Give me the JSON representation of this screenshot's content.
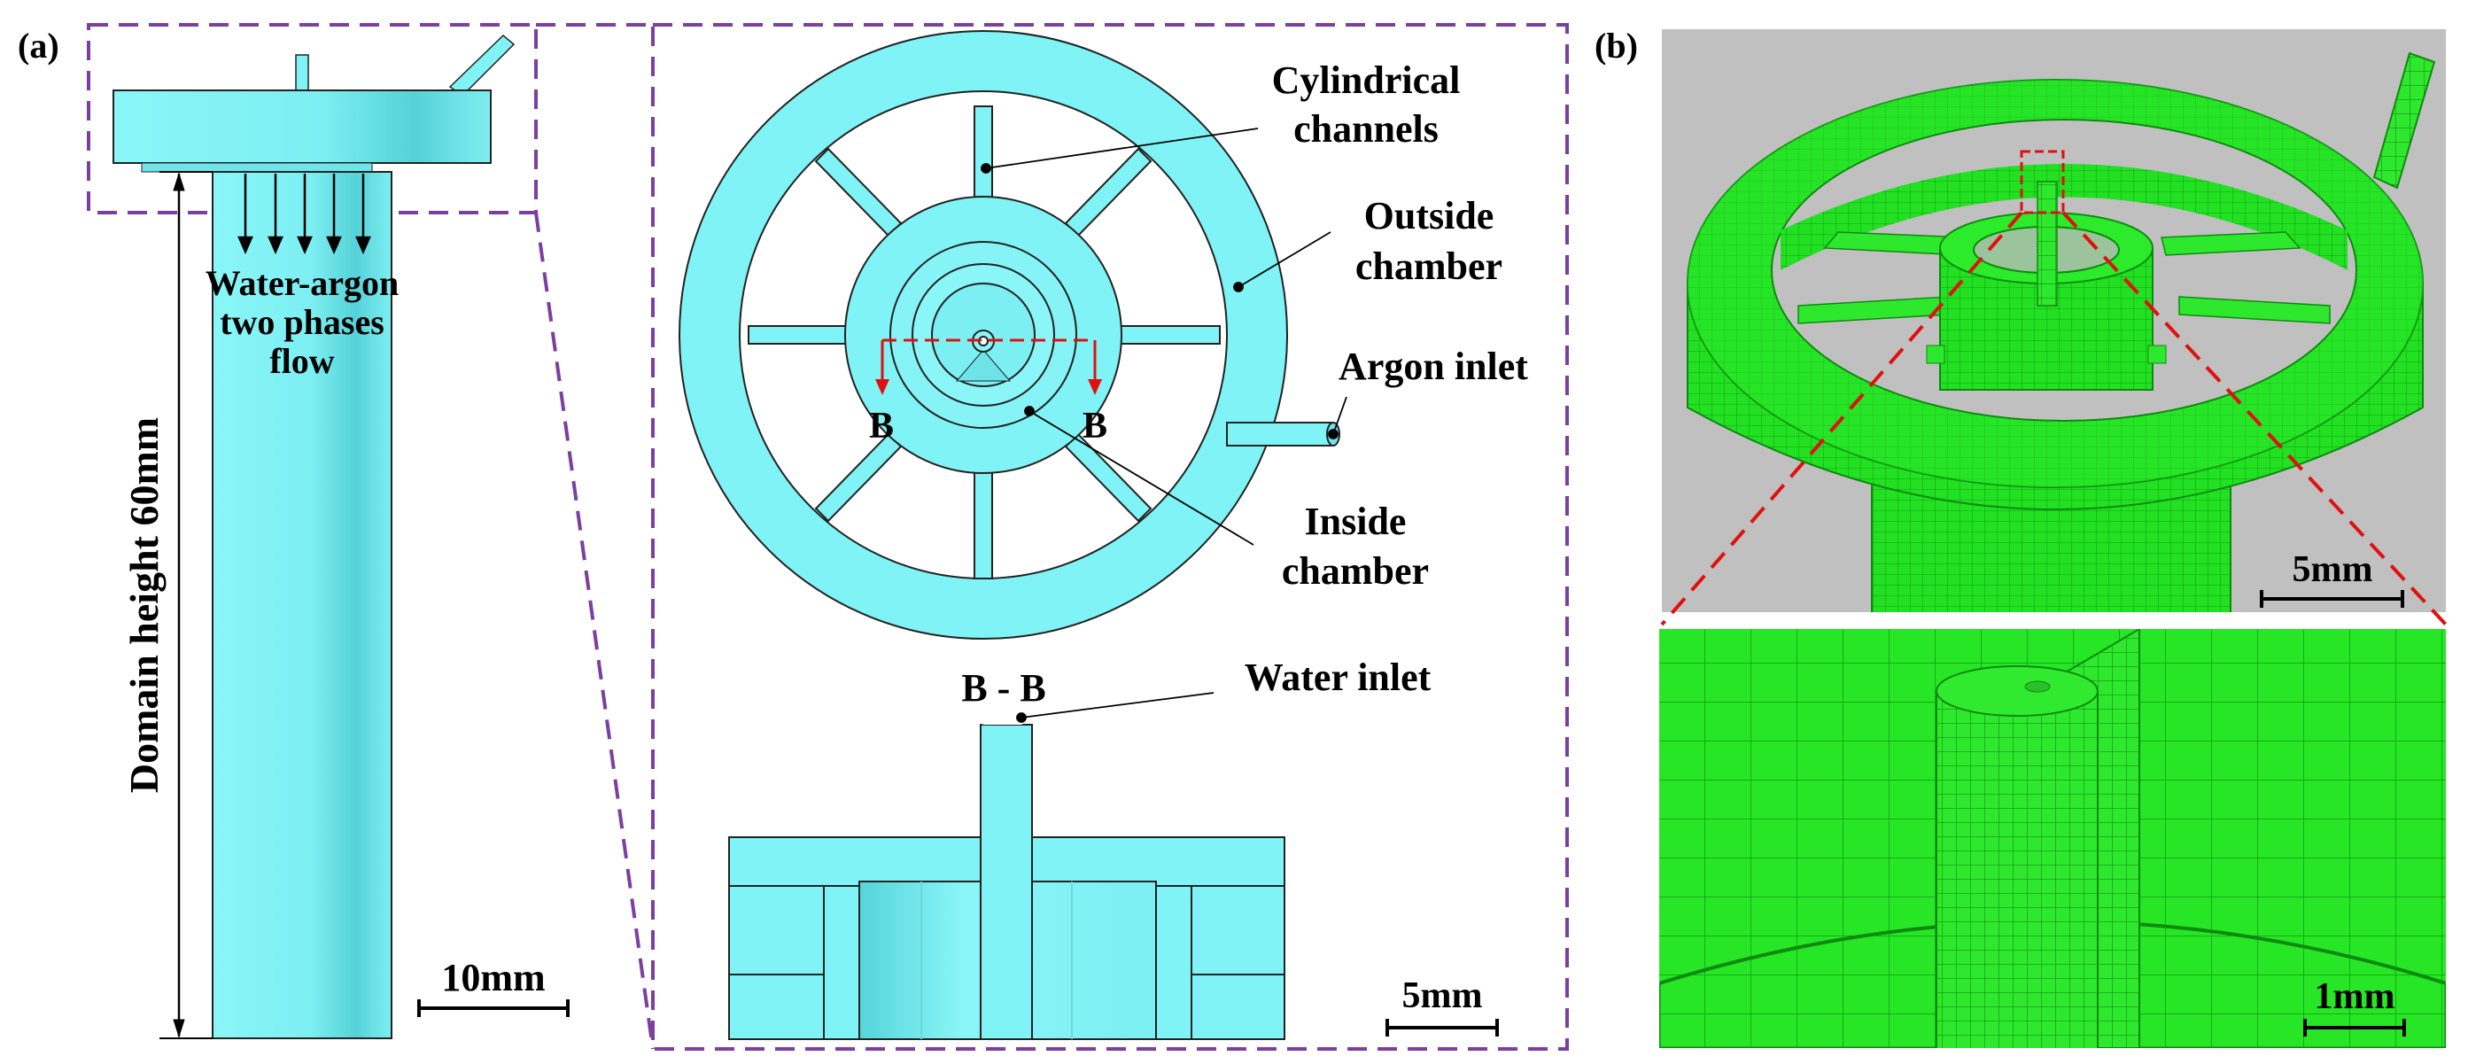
{
  "panels": {
    "a": "(a)",
    "b": "(b)"
  },
  "labels": {
    "flow_line1": "Water-argon",
    "flow_line2": "two phases",
    "flow_line3": "flow",
    "domain_height": "Domain height 60mm",
    "cyl_line1": "Cylindrical",
    "cyl_line2": "channels",
    "outside_line1": "Outside",
    "outside_line2": "chamber",
    "argon_inlet": "Argon inlet",
    "inside_line1": "Inside",
    "inside_line2": "chamber",
    "section_marker": "B",
    "section_title": "B - B",
    "water_inlet": "Water inlet"
  },
  "scale_bars": {
    "left": "10mm",
    "detail": "5mm",
    "mesh_top": "5mm",
    "mesh_zoom": "1mm"
  },
  "colors": {
    "geometry_fill": "#7FF3F5",
    "geometry_dark": "#56D8DC",
    "mesh_green": "#22E022",
    "frame_purple": "#7B3FA0",
    "section_red": "#E01010",
    "mesh_background": "#C0C0C0"
  }
}
